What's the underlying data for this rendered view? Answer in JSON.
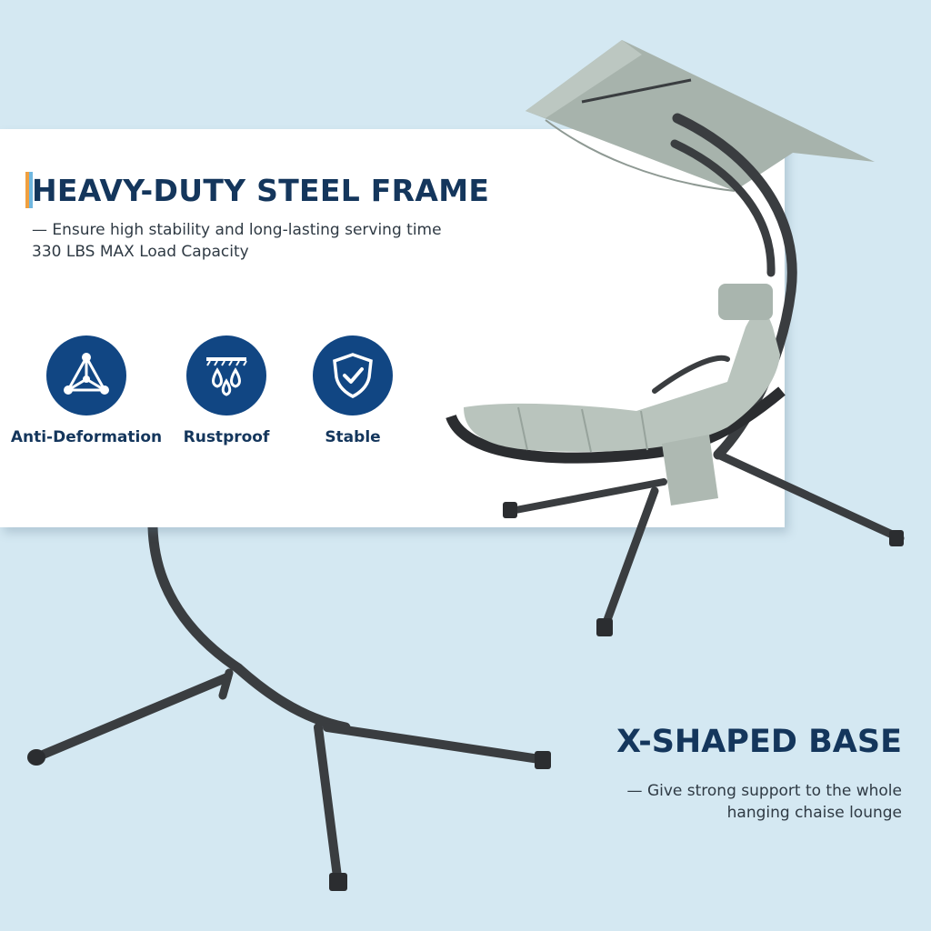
{
  "frame_section": {
    "title": "HEAVY-DUTY STEEL FRAME",
    "subtitle_line1": "— Ensure high stability and long-lasting serving time",
    "subtitle_line2": "330 LBS MAX Load Capacity",
    "features": [
      {
        "label": "Anti-Deformation",
        "icon": "triangle-nodes-icon"
      },
      {
        "label": "Rustproof",
        "icon": "water-drops-icon"
      },
      {
        "label": "Stable",
        "icon": "shield-check-icon"
      }
    ]
  },
  "base_section": {
    "title": "X-SHAPED BASE",
    "subtitle_line1": "— Give strong support to the whole",
    "subtitle_line2": "hanging chaise lounge"
  },
  "colors": {
    "background": "#d4e8f2",
    "navy": "#14365c",
    "icon_circle": "#114683",
    "accent_orange": "#f0a040",
    "accent_blue": "#6fb7e0",
    "frame": "#3a3d40",
    "cushion": "#b9c4bd"
  }
}
